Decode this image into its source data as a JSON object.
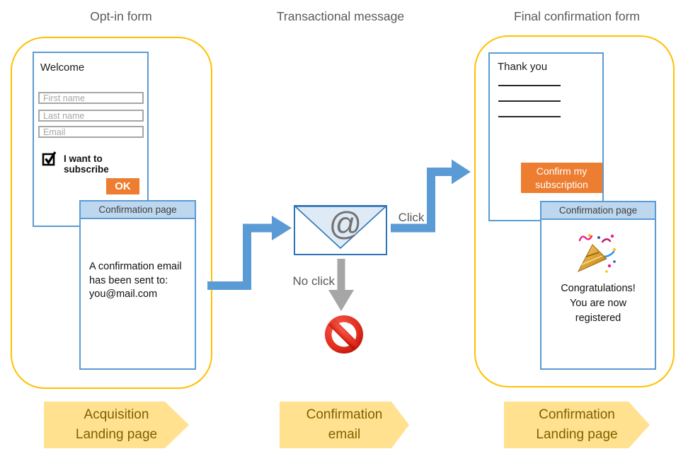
{
  "headers": {
    "left": "Opt-in form",
    "middle": "Transactional message",
    "right": "Final confirmation form"
  },
  "optin": {
    "title": "Welcome",
    "first_name_placeholder": "First name",
    "last_name_placeholder": "Last name",
    "email_placeholder": "Email",
    "subscribe_label": "I want to subscribe",
    "ok_button": "OK",
    "window_title": "Confirmation page",
    "window_body": "A confirmation email\nhas been sent to:\nyou@mail.com"
  },
  "email_step": {
    "at_symbol": "@",
    "click_label": "Click",
    "no_click_label": "No click"
  },
  "final": {
    "title": "Thank you",
    "confirm_button": "Confirm my\nsubscription",
    "window_title": "Confirmation page",
    "congrats": "Congratulations!\nYou are now\nregistered"
  },
  "banners": [
    {
      "label": "Acquisition\nLanding page"
    },
    {
      "label": "Confirmation\nemail"
    },
    {
      "label": "Confirmation\nLanding page"
    }
  ],
  "colors": {
    "accent_blue": "#5B9BD5",
    "dark_blue": "#2E75B6",
    "titlebar_blue": "#BDD7EE",
    "container_yellow": "#FFC000",
    "banner_yellow": "#FFE18F",
    "banner_text": "#7F6000",
    "orange": "#ED7D31",
    "gray": "#A6A6A6",
    "header_gray": "#595959"
  }
}
